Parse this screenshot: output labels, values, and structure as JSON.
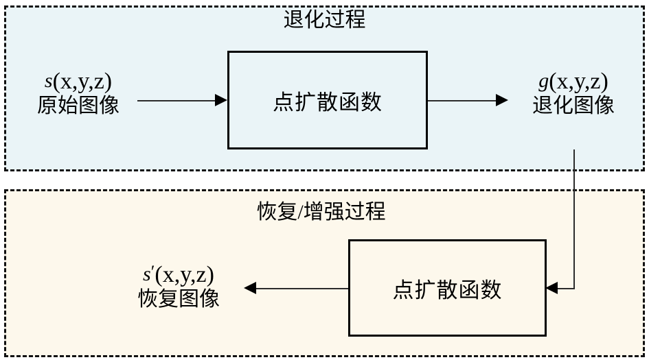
{
  "figure": {
    "title": "",
    "background_color": "#ffffff",
    "panels": [
      {
        "id": "degradation",
        "title": "退化过程",
        "background_color": "#eaf4f7",
        "border_style": "dashed",
        "border_color": "#111111"
      },
      {
        "id": "restoration",
        "title": "恢复/增强过程",
        "background_color": "#fdf8ec",
        "border_style": "dashed",
        "border_color": "#111111"
      }
    ]
  },
  "degradation": {
    "title": "退化过程",
    "input": {
      "math_symbol": "s",
      "math_args": "(x,y,z)",
      "caption": "原始图像"
    },
    "process_box": {
      "label": "点扩散函数"
    },
    "output": {
      "math_symbol": "g",
      "math_args": "(x,y,z)",
      "caption": "退化图像"
    },
    "arrow_in_name": "arrow-source-to-psf",
    "arrow_out_name": "arrow-psf-to-degraded"
  },
  "restoration": {
    "title": "恢复/增强过程",
    "process_box": {
      "label": "点扩散函数"
    },
    "output": {
      "math_symbol": "s",
      "math_prime": "′",
      "math_args": "(x,y,z)",
      "caption": "恢复图像"
    },
    "arrow_in_name": "connector-degraded-to-psf",
    "arrow_out_name": "arrow-psf-to-restored"
  },
  "colors": {
    "panel_degradation_fill": "#eaf4f7",
    "panel_restoration_fill": "#fdf8ec",
    "border": "#111111",
    "box_border": "#000000",
    "arrow": "#2b2b2b",
    "text": "#000000"
  }
}
